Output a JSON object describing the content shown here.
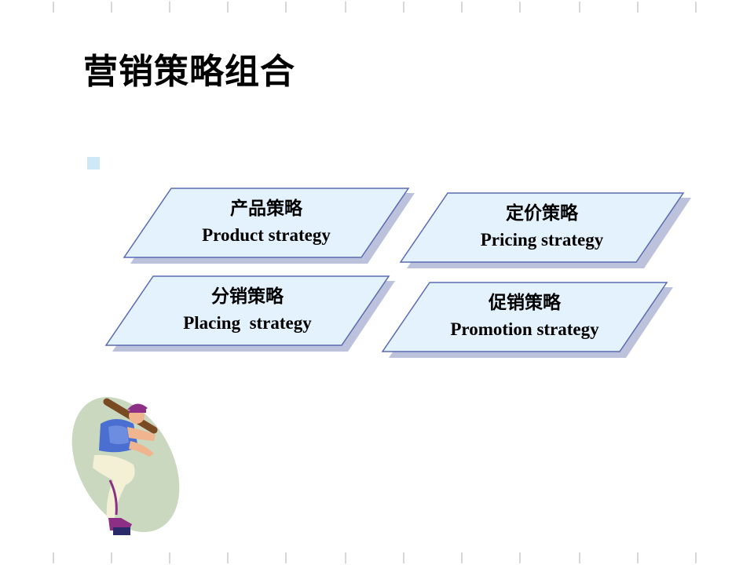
{
  "slide": {
    "title": "营销策略组合"
  },
  "strategies": [
    {
      "cn": "产品策略",
      "en": "Product strategy"
    },
    {
      "cn": "定价策略",
      "en": "Pricing strategy"
    },
    {
      "cn": "分销策略",
      "en": "Placing  strategy"
    },
    {
      "cn": "促销策略",
      "en": "Promotion strategy"
    }
  ],
  "colors": {
    "card_fill": "#e4f2fd",
    "card_border": "#5a6bb3",
    "card_shadow": "#bcc2dc",
    "bullet": "#cfe8f6",
    "ellipse": "#c9d8bf"
  },
  "icons": {
    "bullet": "square-bullet-icon",
    "clipart": "baseball-batter-icon"
  }
}
